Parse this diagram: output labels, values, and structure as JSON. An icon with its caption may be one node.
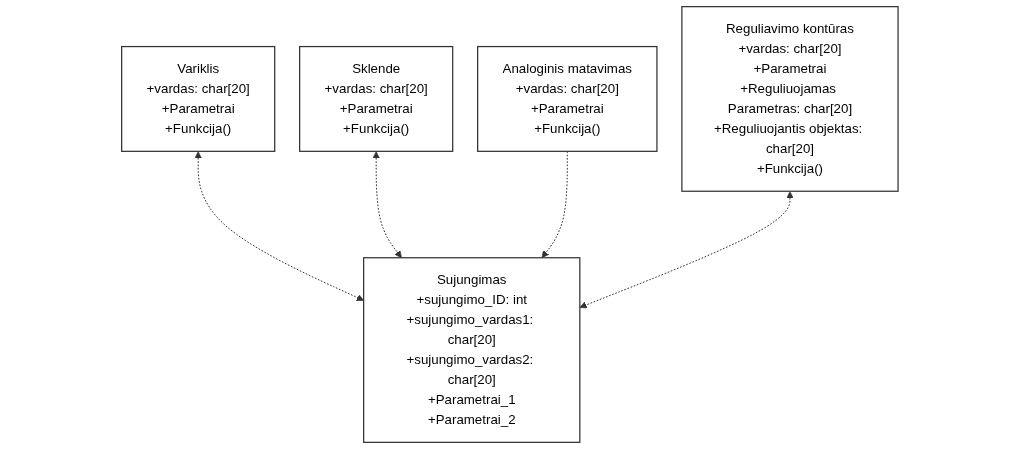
{
  "diagram": {
    "nodes": [
      {
        "text": [
          "Sujungimas",
          "+sujungimo_ID: int",
          "+sujungimo_vardas1: char[20]",
          "+sujungimo_vardas2: char[20]",
          "+Parametrai_1",
          "+Parametrai_2"
        ]
      },
      {
        "text": [
          "Variklis",
          "+vardas: char[20]",
          "+Parametrai",
          "+Funkcija()"
        ]
      },
      {
        "text": [
          "Sklende",
          "+vardas: char[20]",
          "+Parametrai",
          "+Funkcija()"
        ]
      },
      {
        "text": [
          "Analoginis matavimas",
          "+vardas: char[20]",
          "+Parametrai",
          "+Funkcija()"
        ]
      },
      {
        "text": [
          "Reguliavimo kontūras",
          "+vardas: char[20]",
          "+Parametrai",
          "+Reguliuojamas Parametras: char[20]",
          "+Reguliuojantis objektas: char[20]",
          "+Funkcija()"
        ]
      }
    ],
    "edges": [
      {
        "from": 1,
        "to": 0,
        "arrow": "both",
        "style": "dashed"
      },
      {
        "from": 2,
        "to": 0,
        "arrow": "both",
        "style": "dashed"
      },
      {
        "from": 3,
        "to": 0,
        "arrow": "to",
        "style": "dashed"
      },
      {
        "from": 4,
        "to": 0,
        "arrow": "both",
        "style": "dashed"
      }
    ]
  }
}
